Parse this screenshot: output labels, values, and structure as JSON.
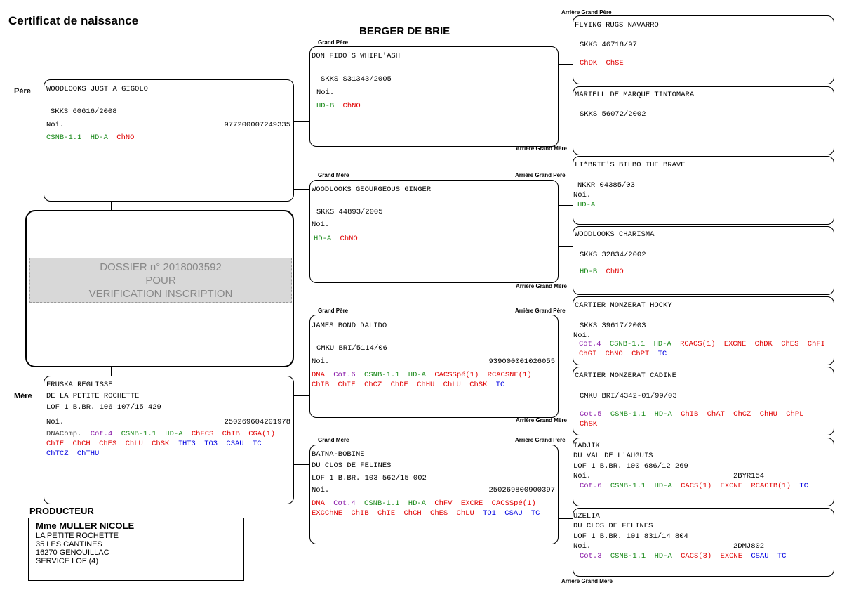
{
  "title": "Certificat de naissance",
  "breed": "BERGER DE BRIE",
  "labels": {
    "pere": "Père",
    "mere": "Mère",
    "grand_pere": "Grand Père",
    "grand_mere": "Grand Mère",
    "arriere_grand_pere": "Arrière Grand Père",
    "arriere_grand_mere": "Arrière Grand Mère",
    "producteur": "PRODUCTEUR"
  },
  "dossier": {
    "line1": "DOSSIER n° 2018003592",
    "line2": "POUR",
    "line3": "VERIFICATION INSCRIPTION"
  },
  "producer": {
    "name": "Mme MULLER NICOLE",
    "line1": "LA PETITE ROCHETTE",
    "line2": "35 LES CANTINES",
    "line3": "16270 GENOUILLAC",
    "line4": "SERVICE LOF (4)"
  },
  "colors": {
    "green": "#1a8a1a",
    "red": "#e00000",
    "blue": "#0000e0",
    "purple": "#8a1aa8"
  },
  "dogs": {
    "pere": {
      "name": "WOODLOOKS JUST A GIGOLO",
      "reg": "SKKS 60616/2008",
      "color": "Noi.",
      "chip": "977200007249335",
      "tags": [
        {
          "text": "CSNB-1.1",
          "color": "green"
        },
        {
          "text": "HD-A",
          "color": "green"
        },
        {
          "text": "ChNO",
          "color": "red"
        }
      ]
    },
    "mere": {
      "name": "FRUSKA REGLISSE",
      "affix": "DE LA PETITE ROCHETTE",
      "reg": "LOF 1 B.BR. 106 107/15 429",
      "color": "Noi.",
      "chip": "250269604201978",
      "tags": [
        {
          "text": "DNAComp.",
          "color": "gray"
        },
        {
          "text": "Cot.4",
          "color": "purple"
        },
        {
          "text": "CSNB-1.1",
          "color": "green"
        },
        {
          "text": "HD-A",
          "color": "green"
        },
        {
          "text": "ChFCS",
          "color": "red"
        },
        {
          "text": "ChIB",
          "color": "red"
        },
        {
          "text": "CGA(1)",
          "color": "red"
        },
        {
          "text": "ChIE",
          "color": "red"
        },
        {
          "text": "ChCH",
          "color": "red"
        },
        {
          "text": "ChES",
          "color": "red"
        },
        {
          "text": "ChLU",
          "color": "red"
        },
        {
          "text": "ChSK",
          "color": "red"
        },
        {
          "text": "IHT3",
          "color": "blue"
        },
        {
          "text": "TO3",
          "color": "blue"
        },
        {
          "text": "CSAU",
          "color": "blue"
        },
        {
          "text": "TC",
          "color": "blue"
        },
        {
          "text": "ChTCZ",
          "color": "blue"
        },
        {
          "text": "ChTHU",
          "color": "blue"
        }
      ]
    },
    "gp_p": {
      "name": "DON FIDO'S WHIPL'ASH",
      "reg": "SKKS S31343/2005",
      "color": "Noi.",
      "tags": [
        {
          "text": "HD-B",
          "color": "green"
        },
        {
          "text": "ChNO",
          "color": "red"
        }
      ]
    },
    "gm_p": {
      "name": "WOODLOOKS GEOURGEOUS GINGER",
      "reg": "SKKS 44893/2005",
      "color": "Noi.",
      "tags": [
        {
          "text": "HD-A",
          "color": "green"
        },
        {
          "text": "ChNO",
          "color": "red"
        }
      ]
    },
    "gp_m": {
      "name": "JAMES BOND DALIDO",
      "reg": "CMKU BRI/5114/06",
      "color": "Noi.",
      "chip": "939000001026055",
      "tags": [
        {
          "text": "DNA",
          "color": "red"
        },
        {
          "text": "Cot.6",
          "color": "purple"
        },
        {
          "text": "CSNB-1.1",
          "color": "green"
        },
        {
          "text": "HD-A",
          "color": "green"
        },
        {
          "text": "CACSSpé(1)",
          "color": "red"
        },
        {
          "text": "RCACSNE(1)",
          "color": "red"
        },
        {
          "text": "ChIB",
          "color": "red"
        },
        {
          "text": "ChIE",
          "color": "red"
        },
        {
          "text": "ChCZ",
          "color": "red"
        },
        {
          "text": "ChDE",
          "color": "red"
        },
        {
          "text": "ChHU",
          "color": "red"
        },
        {
          "text": "ChLU",
          "color": "red"
        },
        {
          "text": "ChSK",
          "color": "red"
        },
        {
          "text": "TC",
          "color": "blue"
        }
      ]
    },
    "gm_m": {
      "name": "BATNA-BOBINE",
      "affix": "DU CLOS DE FELINES",
      "reg": "LOF 1 B.BR. 103 562/15 002",
      "color": "Noi.",
      "chip": "250269800900397",
      "tags": [
        {
          "text": "DNA",
          "color": "red"
        },
        {
          "text": "Cot.4",
          "color": "purple"
        },
        {
          "text": "CSNB-1.1",
          "color": "green"
        },
        {
          "text": "HD-A",
          "color": "green"
        },
        {
          "text": "ChFV",
          "color": "red"
        },
        {
          "text": "EXCRE",
          "color": "red"
        },
        {
          "text": "CACSSpé(1)",
          "color": "red"
        },
        {
          "text": "EXCChNE",
          "color": "red"
        },
        {
          "text": "ChIB",
          "color": "red"
        },
        {
          "text": "ChIE",
          "color": "red"
        },
        {
          "text": "ChCH",
          "color": "red"
        },
        {
          "text": "ChES",
          "color": "red"
        },
        {
          "text": "ChLU",
          "color": "red"
        },
        {
          "text": "TO1",
          "color": "blue"
        },
        {
          "text": "CSAU",
          "color": "blue"
        },
        {
          "text": "TC",
          "color": "blue"
        }
      ]
    },
    "ag1": {
      "name": "FLYING RUGS NAVARRO",
      "reg": "SKKS 46718/97",
      "tags": [
        {
          "text": "ChDK",
          "color": "red"
        },
        {
          "text": "ChSE",
          "color": "red"
        }
      ]
    },
    "ag2": {
      "name": "MARIELL DE MARQUE TINTOMARA",
      "reg": "SKKS 56072/2002",
      "tags": []
    },
    "ag3": {
      "name": "LI*BRIE'S BILBO THE BRAVE",
      "reg": "NKKR 04385/03",
      "color": "Noi.",
      "tags": [
        {
          "text": "HD-A",
          "color": "green"
        }
      ]
    },
    "ag4": {
      "name": "WOODLOOKS CHARISMA",
      "reg": "SKKS 32834/2002",
      "tags": [
        {
          "text": "HD-B",
          "color": "green"
        },
        {
          "text": "ChNO",
          "color": "red"
        }
      ]
    },
    "ag5": {
      "name": "CARTIER MONZERAT HOCKY",
      "reg": "SKKS 39617/2003",
      "color": "Noi.",
      "tags": [
        {
          "text": "Cot.4",
          "color": "purple"
        },
        {
          "text": "CSNB-1.1",
          "color": "green"
        },
        {
          "text": "HD-A",
          "color": "green"
        },
        {
          "text": "RCACS(1)",
          "color": "red"
        },
        {
          "text": "EXCNE",
          "color": "red"
        },
        {
          "text": "ChDK",
          "color": "red"
        },
        {
          "text": "ChES",
          "color": "red"
        },
        {
          "text": "ChFI",
          "color": "red"
        },
        {
          "text": "ChGI",
          "color": "red"
        },
        {
          "text": "ChNO",
          "color": "red"
        },
        {
          "text": "ChPT",
          "color": "red"
        },
        {
          "text": "TC",
          "color": "blue"
        }
      ]
    },
    "ag6": {
      "name": "CARTIER MONZERAT CADINE",
      "reg": "CMKU BRI/4342-01/99/03",
      "tags": [
        {
          "text": "Cot.5",
          "color": "purple"
        },
        {
          "text": "CSNB-1.1",
          "color": "green"
        },
        {
          "text": "HD-A",
          "color": "green"
        },
        {
          "text": "ChIB",
          "color": "red"
        },
        {
          "text": "ChAT",
          "color": "red"
        },
        {
          "text": "ChCZ",
          "color": "red"
        },
        {
          "text": "ChHU",
          "color": "red"
        },
        {
          "text": "ChPL",
          "color": "red"
        },
        {
          "text": "ChSK",
          "color": "red"
        }
      ]
    },
    "ag7": {
      "name": "TADJIK",
      "affix": "DU VAL DE L'AUGUIS",
      "reg": "LOF 1 B.BR. 100 686/12 269",
      "color": "Noi.",
      "chip": "2BYR154",
      "tags": [
        {
          "text": "Cot.6",
          "color": "purple"
        },
        {
          "text": "CSNB-1.1",
          "color": "green"
        },
        {
          "text": "HD-A",
          "color": "green"
        },
        {
          "text": "CACS(1)",
          "color": "red"
        },
        {
          "text": "EXCNE",
          "color": "red"
        },
        {
          "text": "RCACIB(1)",
          "color": "red"
        },
        {
          "text": "TC",
          "color": "blue"
        }
      ]
    },
    "ag8": {
      "name": "UZELIA",
      "affix": "DU CLOS DE FELINES",
      "reg": "LOF 1 B.BR. 101 831/14 804",
      "color": "Noi.",
      "chip": "2DMJ802",
      "tags": [
        {
          "text": "Cot.3",
          "color": "purple"
        },
        {
          "text": "CSNB-1.1",
          "color": "green"
        },
        {
          "text": "HD-A",
          "color": "green"
        },
        {
          "text": "CACS(3)",
          "color": "red"
        },
        {
          "text": "EXCNE",
          "color": "red"
        },
        {
          "text": "CSAU",
          "color": "blue"
        },
        {
          "text": "TC",
          "color": "blue"
        }
      ]
    }
  }
}
